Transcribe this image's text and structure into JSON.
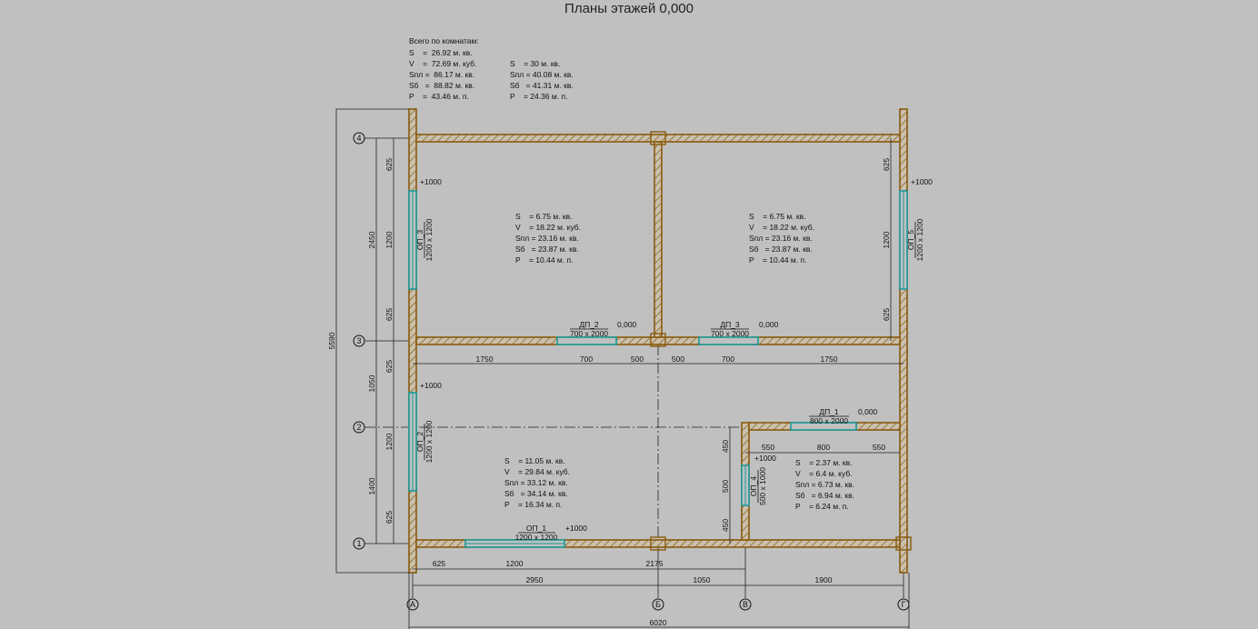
{
  "title": "Планы этажей 0,000",
  "summary": {
    "heading": "Всего по комнатам:",
    "col1": [
      "S    =  26.92 м. кв.",
      "V    =  72.69 м. куб.",
      "Sпл =  86.17 м. кв.",
      "Sб   =  88.82 м. кв.",
      "P    =  43.46 м. п."
    ],
    "col2": [
      "S    = 30 м. кв.",
      "Sпл = 40.08 м. кв.",
      "Sб   = 41.31 м. кв.",
      "P    = 24.36 м. п."
    ]
  },
  "rooms": [
    {
      "lines": [
        "S    = 6.75 м. кв.",
        "V    = 18.22 м. куб.",
        "Sпл = 23.16 м. кв.",
        "Sб   = 23.87 м. кв.",
        "P    = 10.44 м. п."
      ]
    },
    {
      "lines": [
        "S    = 6.75 м. кв.",
        "V    = 18.22 м. куб.",
        "Sпл = 23.16 м. кв.",
        "Sб   = 23.87 м. кв.",
        "P    = 10.44 м. п."
      ]
    },
    {
      "lines": [
        "S    = 11.05 м. кв.",
        "V    = 29.84 м. куб.",
        "Sпл = 33.12 м. кв.",
        "Sб   = 34.14 м. кв.",
        "P    = 16.34 м. п."
      ]
    },
    {
      "lines": [
        "S    = 2.37 м. кв.",
        "V    = 6.4 м. куб.",
        "Sпл = 6.73 м. кв.",
        "Sб   = 6.94 м. кв.",
        "P    = 6.24 м. п."
      ]
    }
  ],
  "openings": {
    "op3": {
      "name": "ОП_3",
      "size": "1200 x 1200",
      "level": "+1000"
    },
    "op5": {
      "name": "ОП_5",
      "size": "1200 x 1200",
      "level": "+1000"
    },
    "op2": {
      "name": "ОП_2",
      "size": "1200 x 1200",
      "level": "+1000"
    },
    "op1": {
      "name": "ОП_1",
      "size": "1200 x 1200",
      "level": "+1000"
    },
    "op4": {
      "name": "ОП_4",
      "size": "500 x 1000",
      "level": "+1000"
    },
    "dp1": {
      "name": "ДП_1",
      "size": "800 x 2000",
      "level": "0,000"
    },
    "dp2": {
      "name": "ДП_2",
      "size": "700 x 2000",
      "level": "0,000"
    },
    "dp3": {
      "name": "ДП_3",
      "size": "700 x 2000",
      "level": "0,000"
    }
  },
  "axes": {
    "rows": [
      "4",
      "3",
      "2",
      "1"
    ],
    "cols": [
      "А",
      "Б",
      "В",
      "Г"
    ]
  },
  "dims": {
    "left_inner": [
      "625",
      "1200",
      "625",
      "625",
      "1200",
      "625"
    ],
    "left_outer": [
      "2450",
      "1050",
      "1400"
    ],
    "left_total": "5590",
    "right_inner": [
      "625",
      "1200",
      "625"
    ],
    "middle": [
      "1750",
      "700",
      "500",
      "500",
      "700",
      "1750"
    ],
    "small_room_h": [
      "550",
      "800",
      "550"
    ],
    "small_room_v": [
      "450",
      "500",
      "450"
    ],
    "bottom_inner": [
      "625",
      "1200",
      "2175"
    ],
    "bottom_axes": [
      "2950",
      "1050",
      "1900"
    ],
    "bottom_total": "6020"
  }
}
